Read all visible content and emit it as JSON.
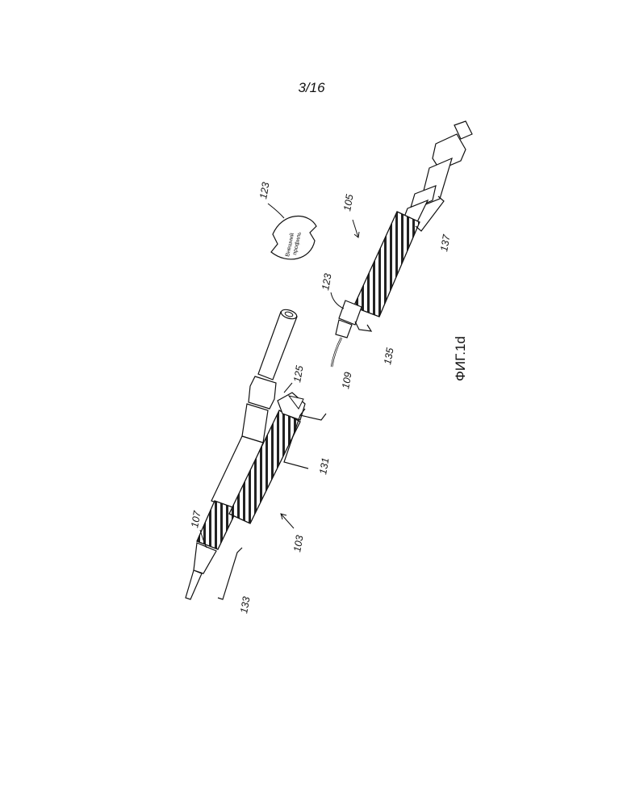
{
  "page_number": "3/16",
  "figure_label": "ФИГ.1d",
  "inset_text_line1": "Внешний",
  "inset_text_line2": "профиль",
  "refs": {
    "r123_inset": "123",
    "r105": "105",
    "r123": "123",
    "r137": "137",
    "r135": "135",
    "r109": "109",
    "r125": "125",
    "r131": "131",
    "r107": "107",
    "r103": "103",
    "r133": "133"
  }
}
